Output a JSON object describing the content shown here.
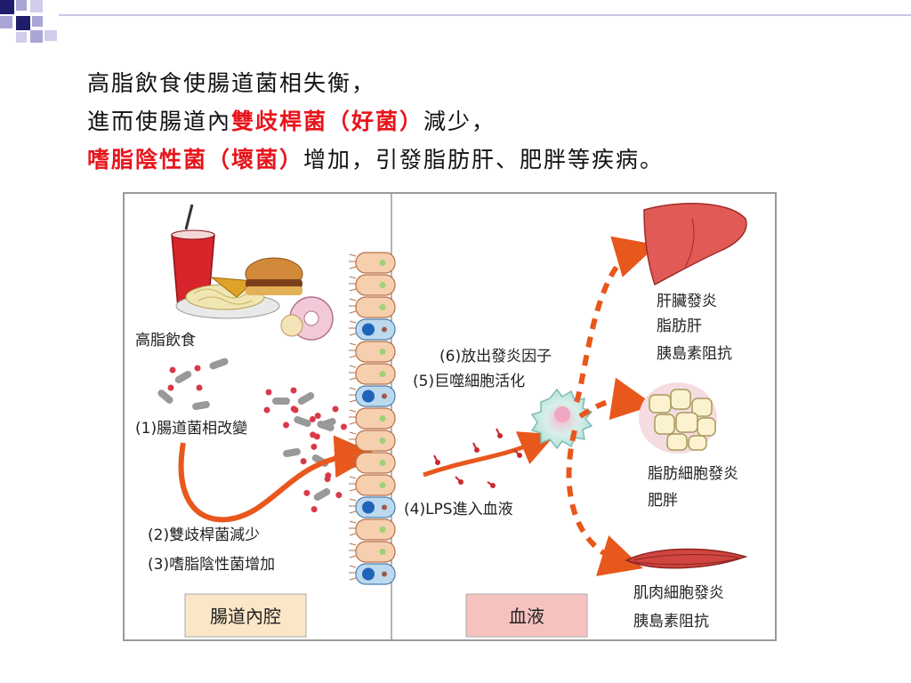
{
  "heading": {
    "line1": "高脂飲食使腸道菌相失衡，",
    "line2_pre": "進而使腸道內",
    "line2_red": "雙歧桿菌（好菌）",
    "line2_post": "減少，",
    "line3_red": "嗜脂陰性菌（壞菌）",
    "line3_post": "增加，引發脂肪肝、肥胖等疾病。"
  },
  "figure": {
    "diet_label": "高脂飲食",
    "step1": "(1)腸道菌相改變",
    "step2": "(2)雙歧桿菌減少",
    "step3": "(3)嗜脂陰性菌增加",
    "step4": "(4)LPS進入血液",
    "step5": "(5)巨噬細胞活化",
    "step6": "(6)放出發炎因子",
    "liver": [
      "肝臟發炎",
      "脂肪肝",
      "胰島素阻抗"
    ],
    "fat": [
      "脂肪細胞發炎",
      "肥胖"
    ],
    "muscle": [
      "肌肉細胞發炎",
      "胰島素阻抗"
    ],
    "box_left": "腸道內腔",
    "box_right": "血液"
  },
  "colors": {
    "accent_red": "#e8141c",
    "arrow_orange": "#e8571c",
    "corner_navy": "#1f1d6b",
    "corner_lavender": "#a9a6d6"
  }
}
